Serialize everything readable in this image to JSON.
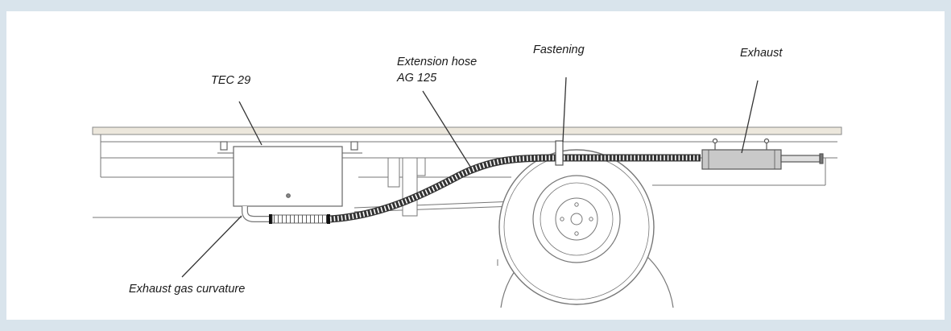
{
  "labels": {
    "tec": "TEC 29",
    "hose_line1": "Extension hose",
    "hose_line2": "AG 125",
    "fastening": "Fastening",
    "exhaust": "Exhaust",
    "curvature": "Exhaust gas curvature"
  },
  "colors": {
    "frame": "#d9e4ec",
    "line": "#555555",
    "platform": "#ece7dc",
    "exhaust_body": "#c9c9c9"
  }
}
